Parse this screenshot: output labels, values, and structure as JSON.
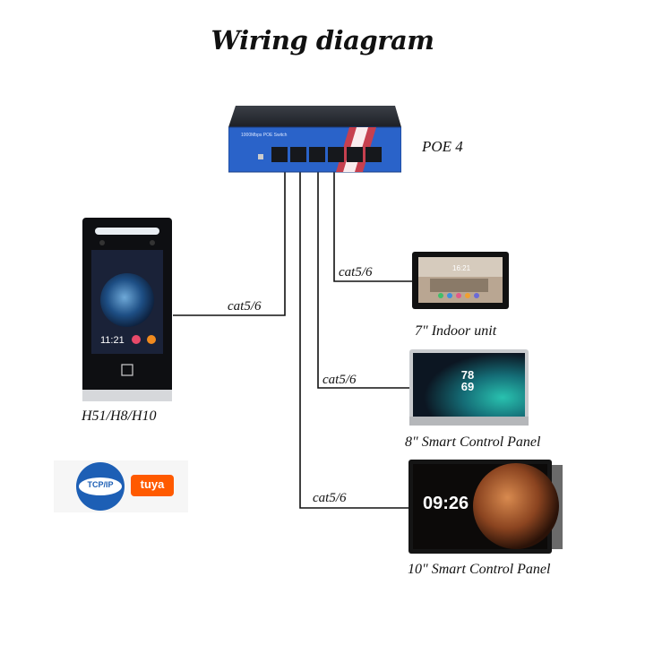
{
  "title": "Wiring diagram",
  "switch": {
    "label": "POE 4",
    "face_text": "1000Mbps POE Switch"
  },
  "doorbell": {
    "label": "H51/H8/H10",
    "time": "11:21"
  },
  "devices": [
    {
      "label": "7\" Indoor unit",
      "screen_time": "16:21",
      "cable": "cat5/6"
    },
    {
      "label": "8\" Smart Control Panel",
      "screen_text": "78 69",
      "cable": "cat5/6"
    },
    {
      "label": "10\" Smart Control Panel",
      "screen_time": "09:26",
      "cable": "cat5/6"
    }
  ],
  "doorbell_cable": "cat5/6",
  "logos": {
    "tcpip": "TCP/IP",
    "tuya": "tuya"
  },
  "colors": {
    "line": "#111111",
    "switch_blue": "#2a63c9",
    "tuya": "#ff5a00",
    "tcpip": "#1d5fb5"
  }
}
